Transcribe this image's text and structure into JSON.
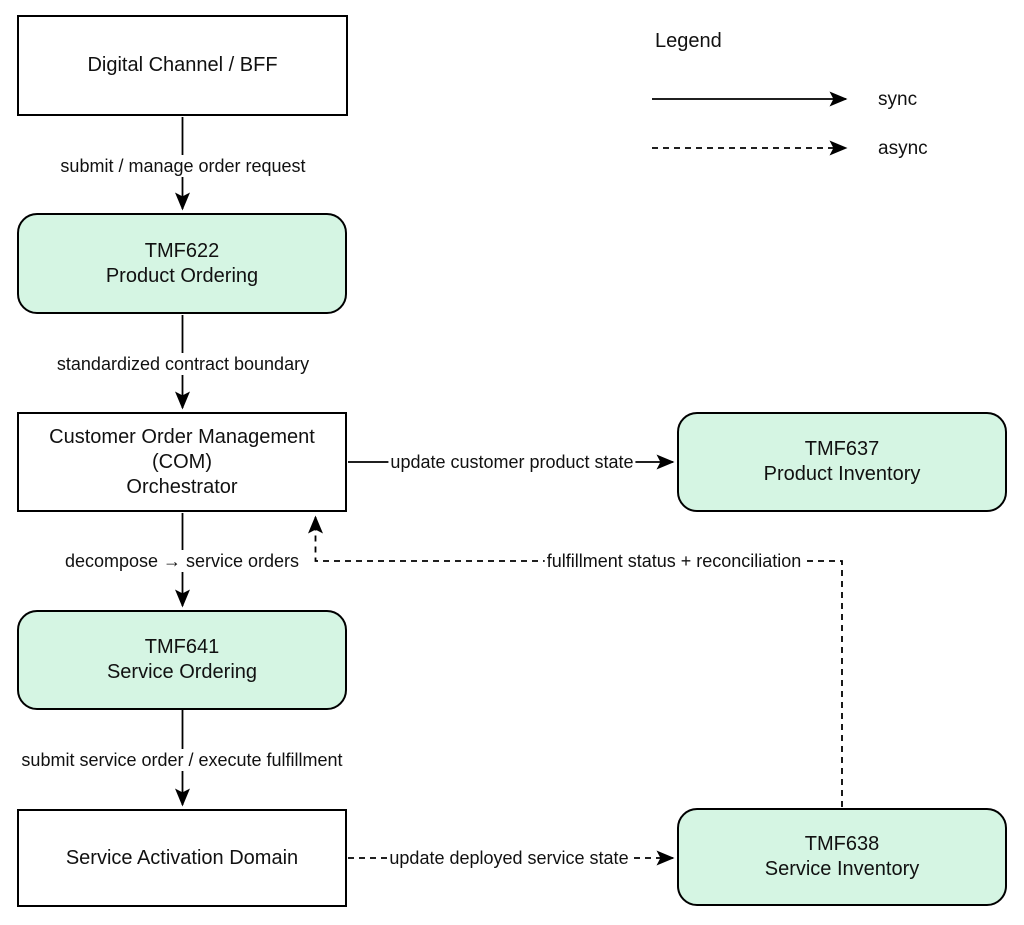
{
  "diagram": {
    "nodes": [
      {
        "id": "digital-channel",
        "label": "Digital Channel / BFF",
        "kind": "plain"
      },
      {
        "id": "tmf622",
        "label": "TMF622\nProduct Ordering",
        "kind": "api"
      },
      {
        "id": "com",
        "label": "Customer Order Management\n(COM)\nOrchestrator",
        "kind": "plain"
      },
      {
        "id": "tmf637",
        "label": "TMF637\nProduct Inventory",
        "kind": "api"
      },
      {
        "id": "tmf641",
        "label": "TMF641\nService Ordering",
        "kind": "api"
      },
      {
        "id": "service-activation",
        "label": "Service Activation Domain",
        "kind": "plain"
      },
      {
        "id": "tmf638",
        "label": "TMF638\nService Inventory",
        "kind": "api"
      }
    ],
    "edges": [
      {
        "from": "digital-channel",
        "to": "tmf622",
        "label": "submit / manage order request",
        "style": "sync"
      },
      {
        "from": "tmf622",
        "to": "com",
        "label": "standardized contract boundary",
        "style": "sync"
      },
      {
        "from": "com",
        "to": "tmf637",
        "label": "update customer product state",
        "style": "sync"
      },
      {
        "from": "com",
        "to": "tmf641",
        "label": "decompose → service orders",
        "style": "sync"
      },
      {
        "from": "tmf638",
        "to": "com",
        "label": "fulfillment status + reconciliation",
        "style": "async"
      },
      {
        "from": "tmf641",
        "to": "service-activation",
        "label": "submit service order / execute fulfillment",
        "style": "sync"
      },
      {
        "from": "service-activation",
        "to": "tmf638",
        "label": "update deployed service state",
        "style": "async"
      }
    ],
    "legend": {
      "title": "Legend",
      "items": [
        {
          "style": "solid",
          "label": "sync"
        },
        {
          "style": "dashed",
          "label": "async"
        }
      ]
    },
    "colors": {
      "api_node_fill": "#d5f5e3",
      "plain_node_fill": "#ffffff",
      "border": "#000000",
      "line": "#000000",
      "text": "#111111",
      "background": "#ffffff"
    }
  }
}
